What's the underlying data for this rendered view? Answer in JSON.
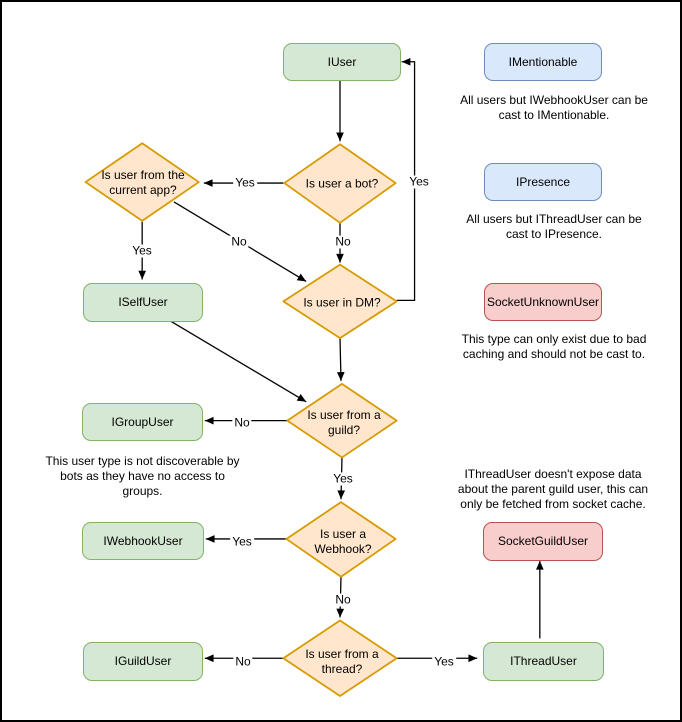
{
  "diagram": {
    "nodes": {
      "iuser": "IUser",
      "imentionable": "IMentionable",
      "ipresence": "IPresence",
      "socket_unknown_user": "SocketUnknownUser",
      "iselfuser": "ISelfUser",
      "igroupuser": "IGroupUser",
      "iwebhookuser": "IWebhookUser",
      "socket_guild_user": "SocketGuildUser",
      "iguilduser": "IGuildUser",
      "ithreaduser": "IThreadUser"
    },
    "decisions": {
      "bot": [
        "Is user a bot?"
      ],
      "current_app": [
        "Is user from the",
        "current app?"
      ],
      "dm": [
        "Is user in DM?"
      ],
      "guild": [
        "Is user from a",
        "guild?"
      ],
      "webhook": [
        "Is user a",
        "Webhook?"
      ],
      "thread": [
        "Is user from a",
        "thread?"
      ]
    },
    "captions": {
      "imentionable": [
        "All users but IWebhookUser can be",
        "cast to IMentionable."
      ],
      "ipresence": [
        "All users but IThreadUser can be",
        "cast to IPresence."
      ],
      "socket_unknown_user": [
        "This type can only exist due to bad",
        "caching and should not be cast to."
      ],
      "igroupuser": [
        "This user type is not discoverable by",
        "bots as they have no access to",
        "groups."
      ],
      "ithreaduser": [
        "IThreadUser doesn't expose data",
        "about the parent guild user, this can",
        "only be fetched from socket cache."
      ]
    },
    "edge_labels": {
      "bot_to_current_app": "Yes",
      "bot_to_dm": "No",
      "current_app_to_iselfuser": "Yes",
      "current_app_to_dm": "No",
      "dm_to_iuser": "Yes",
      "guild_to_igroupuser": "No",
      "guild_to_webhook": "Yes",
      "webhook_to_iwebhookuser": "Yes",
      "webhook_to_thread": "No",
      "thread_to_iguilduser": "No",
      "thread_to_ithreaduser": "Yes"
    },
    "colors": {
      "interface_fill": "#d5e8d4",
      "interface_stroke": "#82b366",
      "castable_fill": "#dae8fc",
      "castable_stroke": "#6c8ebf",
      "socket_fill": "#f8cecc",
      "socket_stroke": "#b85450",
      "decision_fill": "#ffe6cc",
      "decision_stroke": "#d79b00",
      "connector": "#000000"
    }
  }
}
